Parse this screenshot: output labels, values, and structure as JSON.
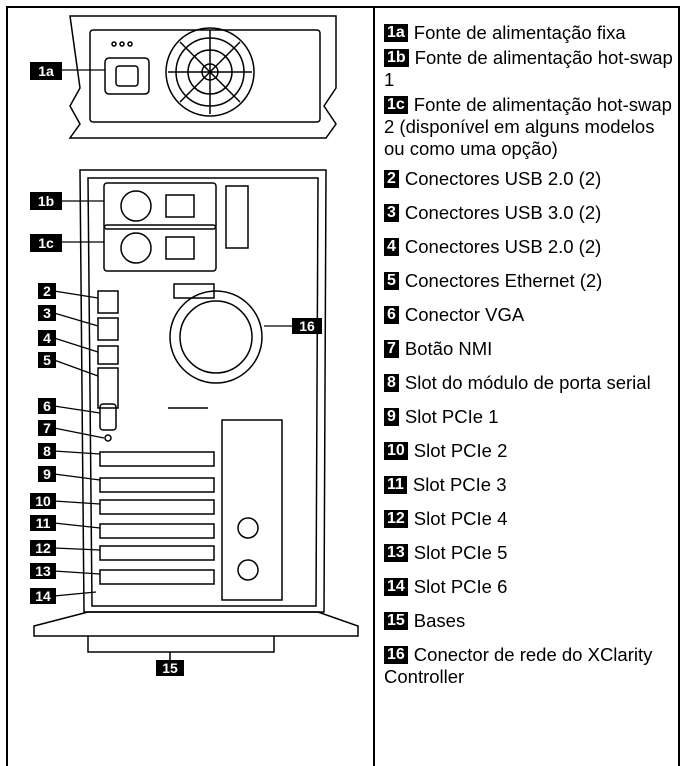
{
  "figure": {
    "callouts": [
      "1a",
      "1b",
      "1c",
      "2",
      "3",
      "4",
      "5",
      "6",
      "7",
      "8",
      "9",
      "10",
      "11",
      "12",
      "13",
      "14",
      "15",
      "16"
    ]
  },
  "legend": [
    {
      "num": "1a",
      "text": "Fonte de alimentação fixa"
    },
    {
      "num": "1b",
      "text": "Fonte de alimentação hot-swap 1"
    },
    {
      "num": "1c",
      "text": "Fonte de alimentação hot-swap 2 (disponível em alguns modelos ou como uma opção)"
    },
    {
      "num": "2",
      "text": "Conectores USB 2.0 (2)"
    },
    {
      "num": "3",
      "text": "Conectores USB 3.0 (2)"
    },
    {
      "num": "4",
      "text": "Conectores USB 2.0 (2)"
    },
    {
      "num": "5",
      "text": "Conectores Ethernet (2)"
    },
    {
      "num": "6",
      "text": "Conector VGA"
    },
    {
      "num": "7",
      "text": "Botão NMI"
    },
    {
      "num": "8",
      "text": "Slot do módulo de porta serial"
    },
    {
      "num": "9",
      "text": "Slot PCIe 1"
    },
    {
      "num": "10",
      "text": "Slot PCIe 2"
    },
    {
      "num": "11",
      "text": "Slot PCIe 3"
    },
    {
      "num": "12",
      "text": "Slot PCIe 4"
    },
    {
      "num": "13",
      "text": "Slot PCIe 5"
    },
    {
      "num": "14",
      "text": "Slot PCIe 6"
    },
    {
      "num": "15",
      "text": "Bases"
    },
    {
      "num": "16",
      "text": "Conector de rede do XClarity Controller"
    }
  ]
}
